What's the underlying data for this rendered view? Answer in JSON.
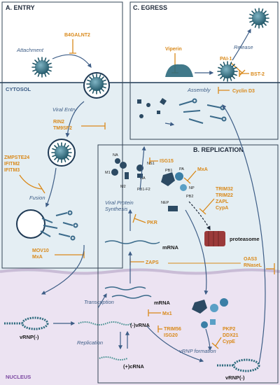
{
  "sections": {
    "entry": "A. ENTRY",
    "egress": "C. EGRESS",
    "replication": "B. REPLICATION"
  },
  "zones": {
    "cytosol": "CYTOSOL",
    "nucleus": "NUCLEUS"
  },
  "steps": {
    "attachment": "Attachment",
    "viral_entry": "Viral Entry",
    "fusion": "Fusion",
    "release": "Release",
    "assembly": "Assembly",
    "viral_protein_synthesis_1": "Viral Protein",
    "viral_protein_synthesis_2": "Synthesis",
    "transcription": "Transcription",
    "replication": "Replication",
    "vrnp_formation": "vRNP formation"
  },
  "restriction_factors": {
    "b4galnt2": "B4GALNT2",
    "rin2": "RIN2",
    "tm9sf2": "TM9SF2",
    "zmpste24": "ZMPSTE24",
    "ifitm2": "IFITM2",
    "ifitm3": "IFITM3",
    "mov10": "MOV10",
    "mxa_entry": "MxA",
    "viperin": "Viperin",
    "pai1": "PAI-1",
    "bst2": "BST-2",
    "cyclin_d3": "Cyclin D3",
    "isg15": "ISG15",
    "mxa_rep": "MxA",
    "trim32": "TRIM32",
    "trim22": "TRIM22",
    "zapl": "ZAPL",
    "cypa": "CypA",
    "pkr": "PKR",
    "zaps": "ZAPS",
    "oas3": "OAS3",
    "rnasel": "RNaseL",
    "mx1": "Mx1",
    "trim56": "TRIM56",
    "isg20": "ISG20",
    "pkp2": "PKP2",
    "ddx21": "DDX21",
    "cype": "CypE"
  },
  "molecules": {
    "mrna_cyto": "mRNA",
    "mrna_nuc": "mRNA",
    "vrna": "(-)vRNA",
    "crna": "(+)cRNA",
    "vrnp_left": "vRNP(-)",
    "vrnp_right": "vRNP(-)",
    "proteasome": "proteasome"
  },
  "proteins": {
    "na": "NA",
    "ns1": "NS1",
    "m1": "M1",
    "m2": "M2",
    "ha": "HA",
    "pb1f2": "PB1-F2",
    "pb1": "PB1",
    "pa": "PA",
    "np": "NP",
    "pb2": "PB2",
    "nep": "NEP"
  },
  "colors": {
    "inhibitor": "#d9891a",
    "cytosol_bg": "#e4eef3",
    "nucleus_bg": "#ece3f2",
    "virus": "#2c6a7d",
    "step_text": "#3d5d86",
    "nucleus_text": "#7d4aa3"
  }
}
